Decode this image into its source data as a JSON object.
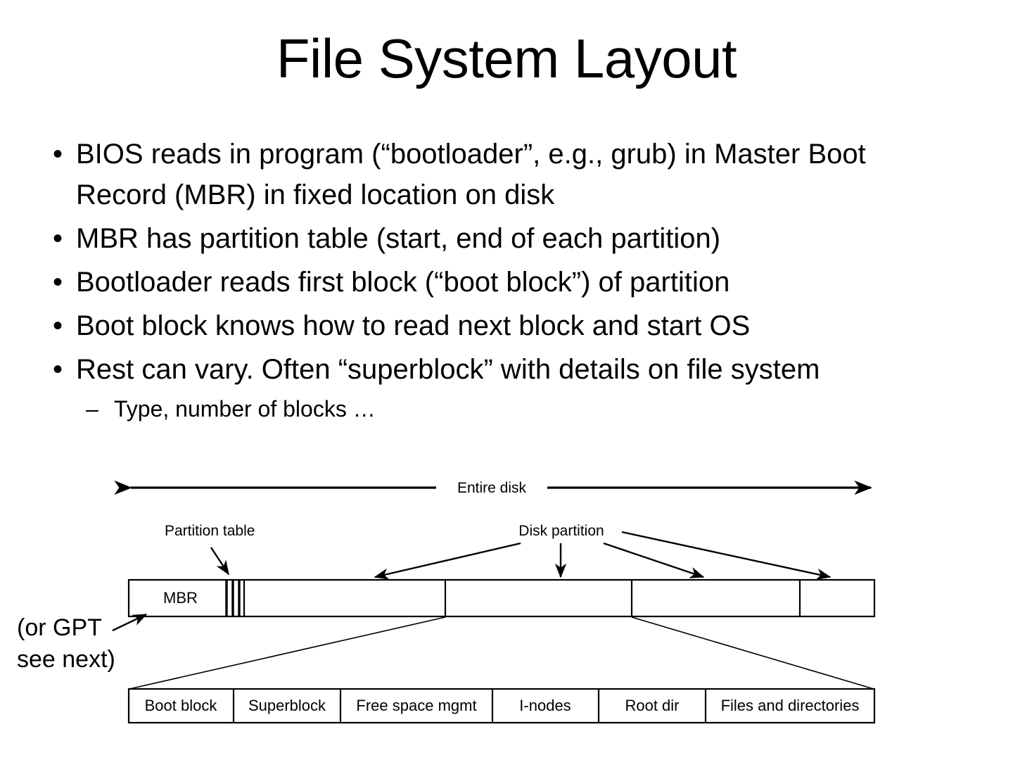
{
  "slide": {
    "title": "File System Layout",
    "bullets": [
      {
        "marker": "•",
        "text": "BIOS reads in program (“bootloader”, e.g., grub) in Master Boot Record (MBR) in fixed location on disk"
      },
      {
        "marker": "•",
        "text": "MBR has partition table (start, end of each partition)"
      },
      {
        "marker": "•",
        "text": "Bootloader reads first block (“boot block”) of partition"
      },
      {
        "marker": "•",
        "text": "Boot block knows how to read next block and start OS"
      },
      {
        "marker": "•",
        "text": "Rest can vary. Often “superblock” with details on file system"
      }
    ],
    "sub_bullets": [
      {
        "marker": "–",
        "text": "Type, number of blocks …"
      }
    ]
  },
  "figure": {
    "entire_disk_label": "Entire disk",
    "partition_table_label": "Partition table",
    "disk_partition_label": "Disk partition",
    "mbr_label": "MBR",
    "gpt_note_line1": "(or GPT",
    "gpt_note_line2": "see next)",
    "partition_cells": [
      "Boot block",
      "Superblock",
      "Free space mgmt",
      "I-nodes",
      "Root dir",
      "Files and directories"
    ]
  }
}
